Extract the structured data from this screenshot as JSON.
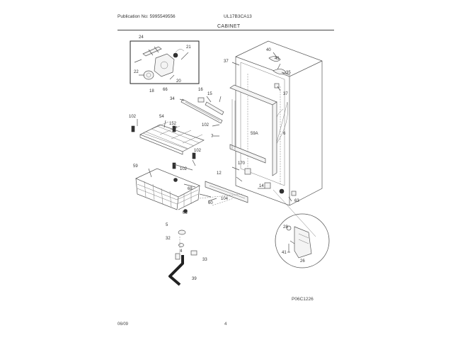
{
  "header": {
    "publication": "Publication No: 5995549556",
    "model": "UL17B3CA13",
    "section": "CABINET"
  },
  "footer": {
    "date": "06/09",
    "page": "4",
    "ref_code": "P06C1226"
  },
  "callouts": [
    {
      "id": "c24",
      "label": "24"
    },
    {
      "id": "c21",
      "label": "21"
    },
    {
      "id": "c22",
      "label": "22"
    },
    {
      "id": "c20",
      "label": "20"
    },
    {
      "id": "c18",
      "label": "18"
    },
    {
      "id": "c66",
      "label": "66"
    },
    {
      "id": "c37a",
      "label": "37"
    },
    {
      "id": "c40",
      "label": "40"
    },
    {
      "id": "c41",
      "label": "41"
    },
    {
      "id": "c35",
      "label": "35"
    },
    {
      "id": "c37b",
      "label": "37"
    },
    {
      "id": "c16",
      "label": "16"
    },
    {
      "id": "c15",
      "label": "15"
    },
    {
      "id": "c34",
      "label": "34"
    },
    {
      "id": "c102a",
      "label": "102"
    },
    {
      "id": "c54",
      "label": "54"
    },
    {
      "id": "c152",
      "label": "152"
    },
    {
      "id": "c102b",
      "label": "102"
    },
    {
      "id": "c102c",
      "label": "102"
    },
    {
      "id": "c102d",
      "label": "102"
    },
    {
      "id": "c7",
      "label": "7"
    },
    {
      "id": "c59a",
      "label": "59A"
    },
    {
      "id": "c6",
      "label": "6"
    },
    {
      "id": "c59",
      "label": "59"
    },
    {
      "id": "c170",
      "label": "170"
    },
    {
      "id": "c12",
      "label": "12"
    },
    {
      "id": "c68",
      "label": "68"
    },
    {
      "id": "c14",
      "label": "14"
    },
    {
      "id": "c104",
      "label": "104"
    },
    {
      "id": "c63",
      "label": "63"
    },
    {
      "id": "c60",
      "label": "60"
    },
    {
      "id": "c66b",
      "label": "66"
    },
    {
      "id": "c5",
      "label": "5"
    },
    {
      "id": "c32",
      "label": "32"
    },
    {
      "id": "c4",
      "label": "4"
    },
    {
      "id": "c33",
      "label": "33"
    },
    {
      "id": "c39",
      "label": "39"
    },
    {
      "id": "c28",
      "label": "28"
    },
    {
      "id": "c41b",
      "label": "41"
    },
    {
      "id": "c26",
      "label": "26"
    }
  ]
}
